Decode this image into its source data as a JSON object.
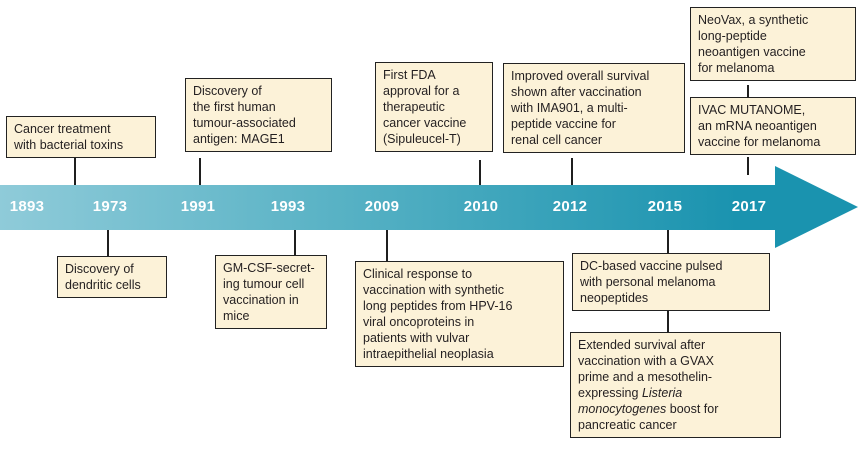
{
  "timeline": {
    "years": [
      "1893",
      "1973",
      "1991",
      "1993",
      "2009",
      "2010",
      "2012",
      "2015",
      "2017"
    ],
    "colors": {
      "arrow_gradient_start": "#8fcbd9",
      "arrow_gradient_end": "#1a93af",
      "box_fill": "#fcf2d8",
      "box_border": "#222222",
      "box_text": "#231f20",
      "year_text": "#ffffff"
    }
  },
  "events_above": {
    "e1893": {
      "year": "1893",
      "text": "Cancer treatment\nwith bacterial toxins"
    },
    "e1991": {
      "year": "1991",
      "text": "Discovery of\nthe first human\ntumour-associated\nantigen: MAGE1"
    },
    "e2010": {
      "year": "2010",
      "text": "First FDA\napproval for a\ntherapeutic\ncancer vaccine\n(Sipuleucel-T)"
    },
    "e2012": {
      "year": "2012",
      "text": "Improved overall survival\nshown after vaccination\nwith IMA901, a multi-\npeptide vaccine for\nrenal cell cancer"
    },
    "e2017_neovax": {
      "year": "2017",
      "text": "NeoVax, a synthetic\nlong-peptide\nneoantigen vaccine\nfor melanoma"
    },
    "e2017_ivac": {
      "year": "2017",
      "text": "IVAC MUTANOME,\nan mRNA neoantigen\nvaccine for melanoma"
    }
  },
  "events_below": {
    "e1973": {
      "year": "1973",
      "text": "Discovery of\ndendritic cells"
    },
    "e1993": {
      "year": "1993",
      "text": "GM-CSF-secret-\ning tumour cell\nvaccination in\nmice"
    },
    "e2009": {
      "year": "2009",
      "text": "Clinical response to\nvaccination with synthetic\nlong peptides from HPV-16\nviral oncoproteins in\npatients with vulvar\nintraepithelial neoplasia"
    },
    "e2015_dc": {
      "year": "2015",
      "text": "DC-based vaccine pulsed\nwith personal melanoma\nneopeptides"
    },
    "e2015_gvax": {
      "year": "2015",
      "part1": "Extended survival after\nvaccination with a GVAX\nprime and a mesothelin-\nexpressing ",
      "italic": "Listeria\nmonocytogenes",
      "part2": " boost for\npancreatic cancer"
    }
  }
}
